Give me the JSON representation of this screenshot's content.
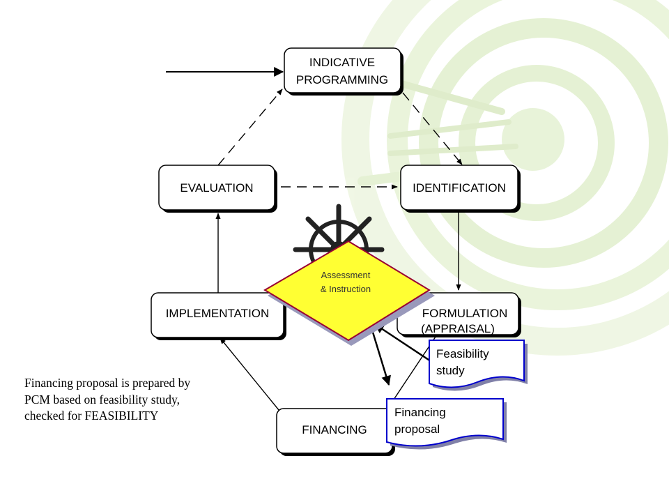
{
  "diagram": {
    "nodes": {
      "indicative": {
        "line1": "INDICATIVE",
        "line2": "PROGRAMMING"
      },
      "evaluation": {
        "label": "EVALUATION"
      },
      "identification": {
        "label": "IDENTIFICATION"
      },
      "implementation": {
        "label": "IMPLEMENTATION"
      },
      "formulation": {
        "line1": "FORMULATION",
        "line2": "(APPRAISAL)"
      },
      "financing": {
        "label": "FINANCING"
      }
    },
    "diamond": {
      "line1": "Assessment",
      "line2": "& Instruction"
    },
    "documents": {
      "feasibility": {
        "line1": "Feasibility",
        "line2": "study"
      },
      "financing_proposal": {
        "line1": "Financing",
        "line2": "proposal"
      }
    },
    "note": "Financing proposal  is prepared by PCM based on feasibility study, checked for FEASIBILITY"
  },
  "colors": {
    "diamond_fill": "#ffff33",
    "diamond_border": "#990033",
    "doc_border": "#0000cc",
    "doc_shadow": "#8080a8",
    "background_art": "#e6f2d5"
  }
}
